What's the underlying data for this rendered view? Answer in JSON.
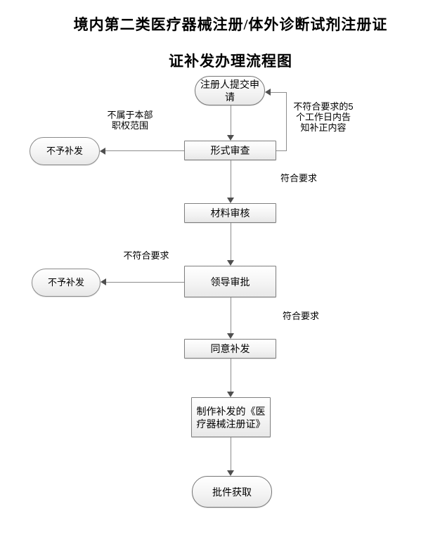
{
  "title": {
    "line1": "境内第二类医疗器械注册/体外诊断试剂注册证",
    "line2": "证补发办理流程图"
  },
  "nodes": {
    "start": "注册人提交申\n请",
    "formal_review": "形式审查",
    "material_review": "材料审核",
    "leader_approval": "领导审批",
    "agree_reissue": "同意补发",
    "make_certificate": "制作补发的《医\n疗器械注册证》",
    "obtain_approval": "批件获取",
    "no_reissue_top": "不予补发",
    "no_reissue_mid": "不予补发"
  },
  "labels": {
    "not_in_scope": "不属于本部\n职权范围",
    "notify_correction": "不符合要求的5\n个工作日内告\n知补正内容",
    "meets_requirements_1": "符合要求",
    "not_meets_requirements": "不符合要求",
    "meets_requirements_2": "符合要求"
  },
  "colors": {
    "node_border": "#7f7f7f",
    "node_fill_top": "#ffffff",
    "node_fill_bottom": "#e8e8e8",
    "connector_line": "#8c8c8c",
    "arrowhead": "#4f4f4f",
    "text": "#000000",
    "background": "#ffffff"
  }
}
